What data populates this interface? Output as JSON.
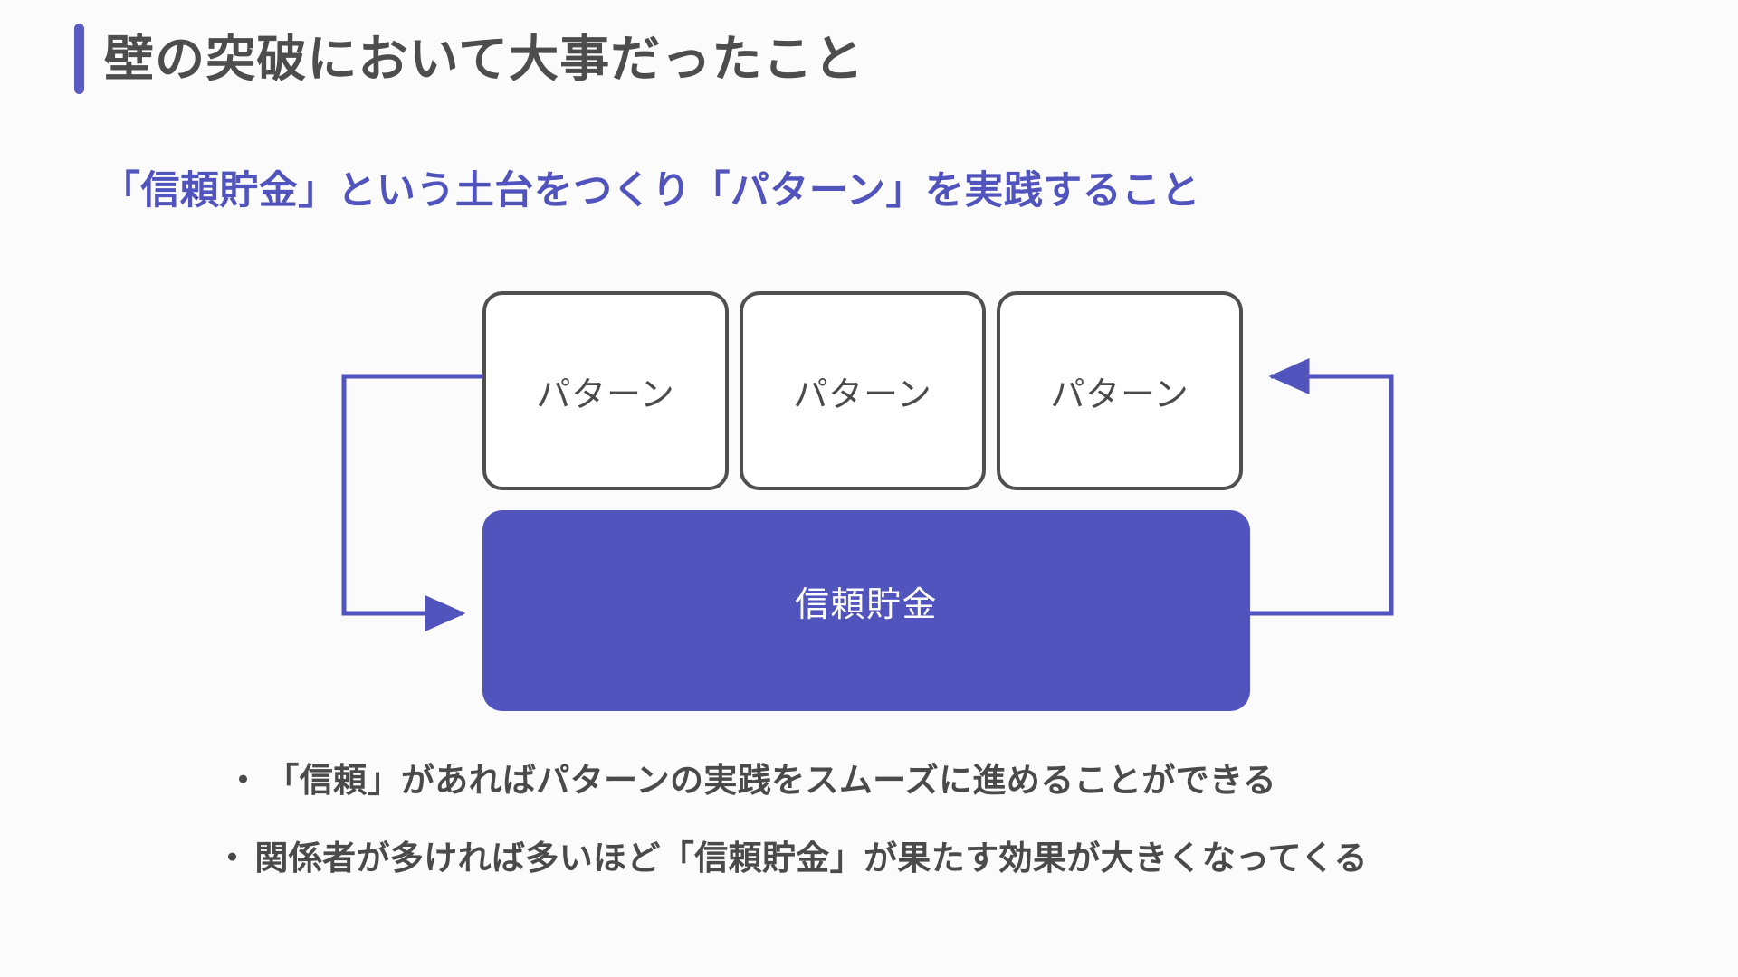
{
  "slide": {
    "title": "壁の突破において大事だったこと",
    "subtitle": "「信頼貯金」という土台をつくり「パターン」を実践すること",
    "accent_color": "#5154bd",
    "title_color": "#4d4d4d",
    "background_color": "#fbfbfc",
    "box_border_color": "#4f4f4f"
  },
  "diagram": {
    "type": "cycle",
    "pattern_boxes": [
      {
        "label": "パターン"
      },
      {
        "label": "パターン"
      },
      {
        "label": "パターン"
      }
    ],
    "foundation": {
      "label": "信頼貯金"
    },
    "arrows": [
      {
        "name": "left-arrow-into-foundation",
        "direction": "right",
        "from": "pattern-box-1",
        "to": "foundation"
      },
      {
        "name": "right-arrow-into-pattern",
        "direction": "left",
        "from": "foundation",
        "to": "pattern-box-3"
      }
    ]
  },
  "bullets": [
    {
      "mark": "・",
      "text": "「信頼」があればパターンの実践をスムーズに進めることができる"
    },
    {
      "mark": "・",
      "text": "関係者が多ければ多いほど「信頼貯金」が果たす効果が大きくなってくる"
    }
  ]
}
